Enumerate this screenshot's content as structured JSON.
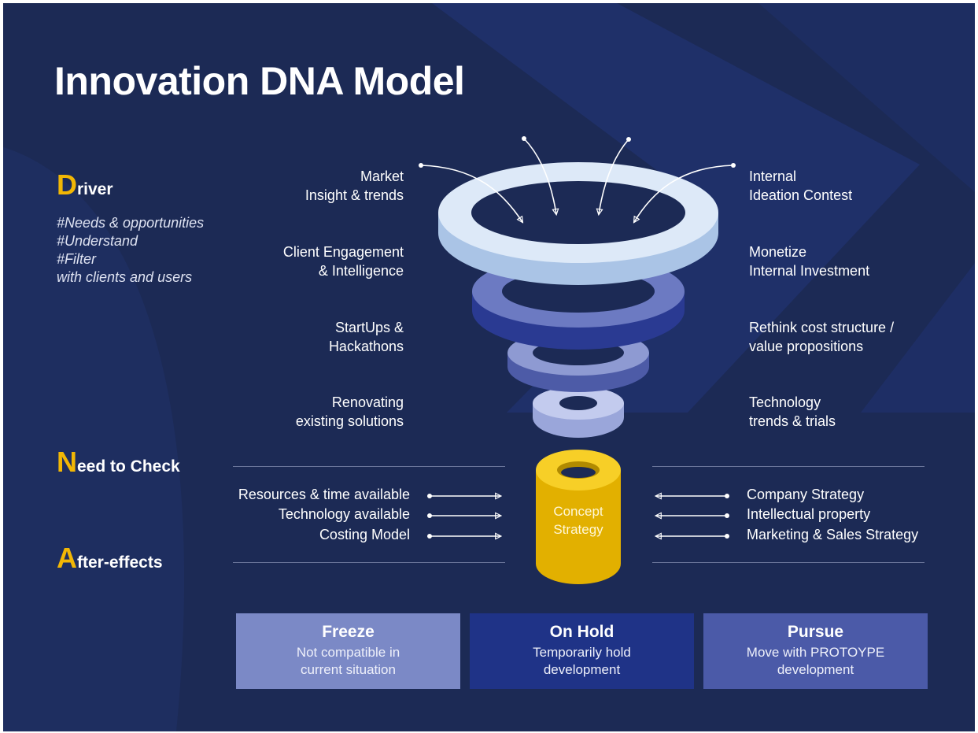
{
  "title": "Innovation DNA Model",
  "colors": {
    "background": "#1c2a55",
    "accent_yellow": "#f2b705",
    "ring_light": "#dde9f8",
    "ring_blue": "#6a78c0",
    "ring_dark": "#2a3a92",
    "freeze_box": "#7b89c6",
    "onhold_box": "#1f3387",
    "pursue_box": "#4b5aa8"
  },
  "sections": {
    "driver": {
      "initial": "D",
      "rest": "river",
      "tags": [
        "#Needs & opportunities",
        "#Understand",
        "#Filter",
        "with clients and users"
      ]
    },
    "need_to_check": {
      "initial": "N",
      "rest": "eed to Check"
    },
    "after_effects": {
      "initial": "A",
      "rest": "fter-effects"
    }
  },
  "left_drivers": [
    [
      "Market",
      "Insight & trends"
    ],
    [
      "Client Engagement",
      "& Intelligence"
    ],
    [
      "StartUps &",
      "Hackathons"
    ],
    [
      "Renovating",
      "existing solutions"
    ]
  ],
  "right_drivers": [
    [
      "Internal",
      "Ideation Contest"
    ],
    [
      "Monetize",
      "Internal Investment"
    ],
    [
      "Rethink cost structure /",
      "value propositions"
    ],
    [
      "Technology",
      "trends & trials"
    ]
  ],
  "checks_left": [
    "Resources & time available",
    "Technology available",
    "Costing Model"
  ],
  "checks_right": [
    "Company Strategy",
    "Intellectual property",
    "Marketing & Sales Strategy"
  ],
  "concept": [
    "Concept",
    "Strategy"
  ],
  "outcomes": [
    {
      "title": "Freeze",
      "desc": [
        "Not compatible in",
        "current situation"
      ]
    },
    {
      "title": "On Hold",
      "desc": [
        "Temporarily hold",
        "development"
      ]
    },
    {
      "title": "Pursue",
      "desc": [
        "Move with PROTOYPE",
        "development"
      ]
    }
  ]
}
